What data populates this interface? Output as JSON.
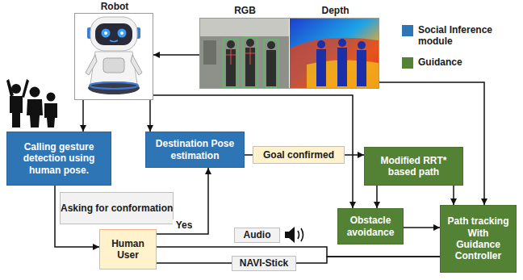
{
  "diagram": {
    "nodes": [
      {
        "text": [
          "Robot"
        ]
      },
      {
        "text": [
          "RGB",
          "Depth"
        ]
      },
      {
        "text": [
          "Calling gesture detection using human pose."
        ]
      },
      {
        "text": [
          "Destination Pose estimation"
        ]
      },
      {
        "text": [
          "Modified RRT* based path"
        ]
      },
      {
        "text": [
          "Obstacle avoidance"
        ]
      },
      {
        "text": [
          "Path tracking With Guidance Controller"
        ]
      },
      {
        "text": [
          "Human User"
        ]
      }
    ],
    "edges": [
      {
        "from": 1,
        "to": 0,
        "arrow": "to"
      },
      {
        "from": 0,
        "to": 2,
        "arrow": "to"
      },
      {
        "from": 0,
        "to": 3,
        "arrow": "to"
      },
      {
        "from": 0,
        "to": 5,
        "arrow": "to"
      },
      {
        "from": 1,
        "to": 6,
        "arrow": "to"
      },
      {
        "from": 2,
        "to": 7,
        "label": "Asking for conformation",
        "arrow": "to"
      },
      {
        "from": 7,
        "to": 3,
        "label": "Yes",
        "arrow": "to"
      },
      {
        "from": 3,
        "to": 4,
        "label": "Goal confirmed",
        "arrow": "to"
      },
      {
        "from": 4,
        "to": 5,
        "arrow": "to"
      },
      {
        "from": 4,
        "to": 6,
        "arrow": "to"
      },
      {
        "from": 5,
        "to": 6,
        "arrow": "to"
      },
      {
        "from": 6,
        "to": 7,
        "label": "Audio",
        "arrow": "to"
      },
      {
        "from": 6,
        "to": 7,
        "label": "NAVI-Stick",
        "arrow": "to"
      }
    ],
    "legend": [
      {
        "text": "Social Inference module",
        "color": "#2e75b6"
      },
      {
        "text": "Guidance",
        "color": "#548235"
      }
    ]
  }
}
